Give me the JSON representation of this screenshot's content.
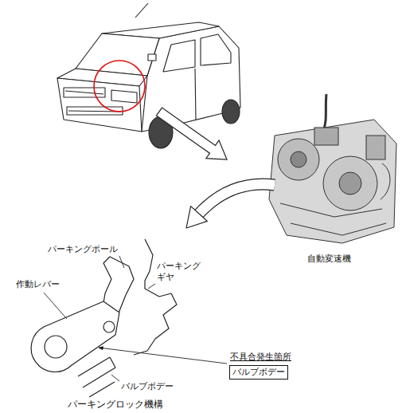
{
  "diagram": {
    "nodes": [
      {
        "text": [
          "不具合発生箇所",
          "バルブボデー"
        ]
      }
    ],
    "edges": [],
    "labels": [
      "パーキングポール",
      "パーキング ギヤ",
      "作動レバー",
      "自動変速機",
      "バルブボデー",
      "パーキングロック機構"
    ]
  }
}
